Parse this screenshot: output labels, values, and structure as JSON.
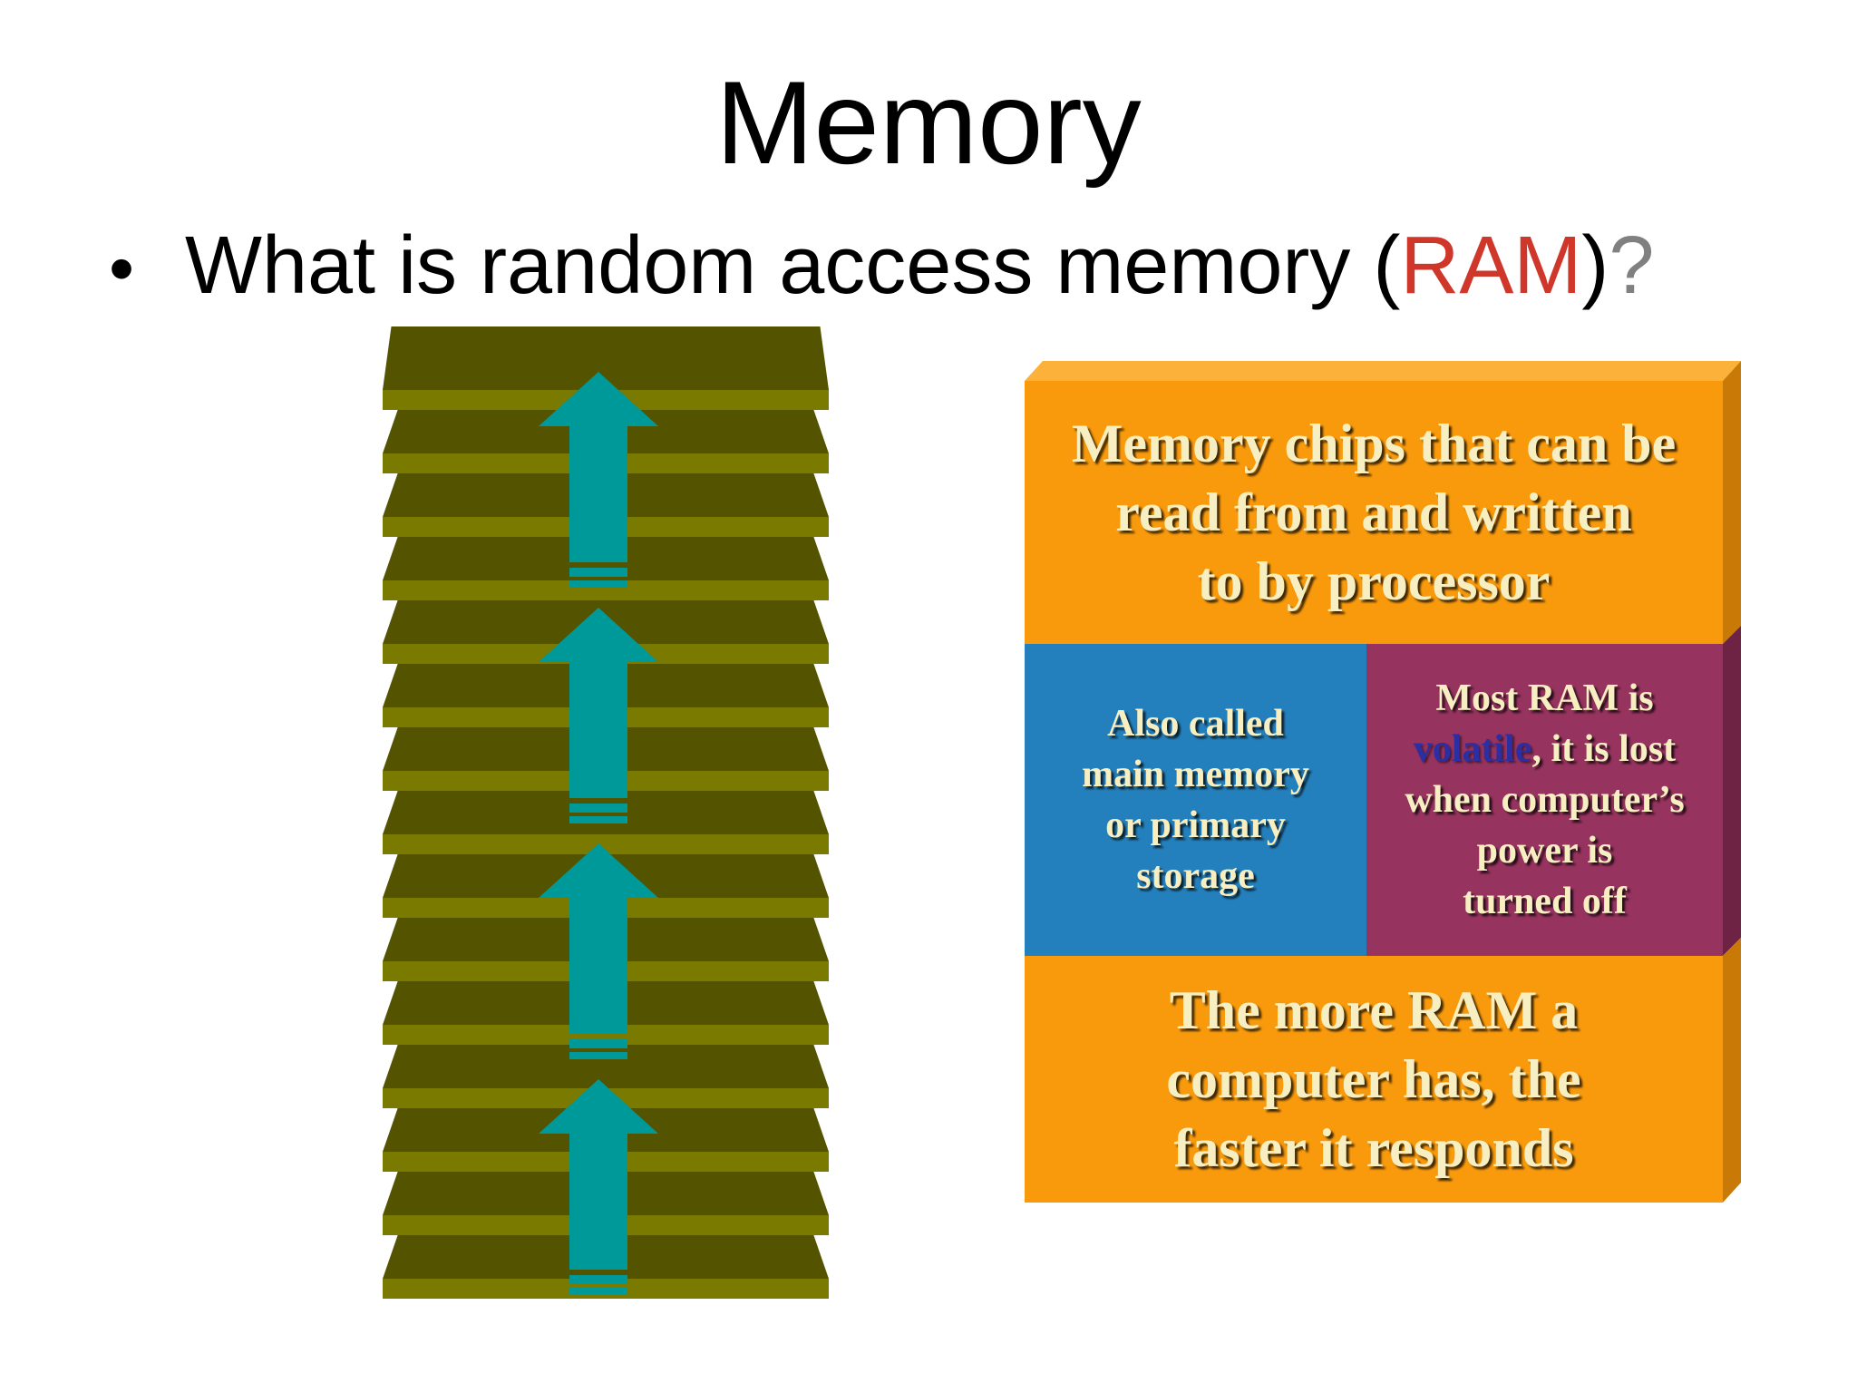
{
  "slide": {
    "title": "Memory",
    "bullet": {
      "text_before": "What is random access memory (",
      "accent": "RAM",
      "text_after": ")",
      "question": "?",
      "accent_color": "#d0372b"
    }
  },
  "info_panel": {
    "top_text": "Memory chips that can be\nread from and written\nto by processor",
    "left_text": "Also called\nmain memory\nor primary\nstorage",
    "right_line1": "Most RAM is",
    "right_volatile": "volatile",
    "right_rest": ", it is lost\nwhen computer’s\npower is\nturned off",
    "bottom_text": "The more RAM a\ncomputer has, the\nfaster it responds",
    "colors": {
      "orange": "#f99a0c",
      "blue": "#2480bc",
      "purple": "#97335f",
      "text": "#f7efc2",
      "volatile": "#2b2fa3"
    }
  },
  "illustration": {
    "description_icon": "memory-stack-with-up-arrows-icon",
    "plate_colors": {
      "top": "#545400",
      "edge": "#7a7a00"
    },
    "arrow_color": "#009999"
  }
}
